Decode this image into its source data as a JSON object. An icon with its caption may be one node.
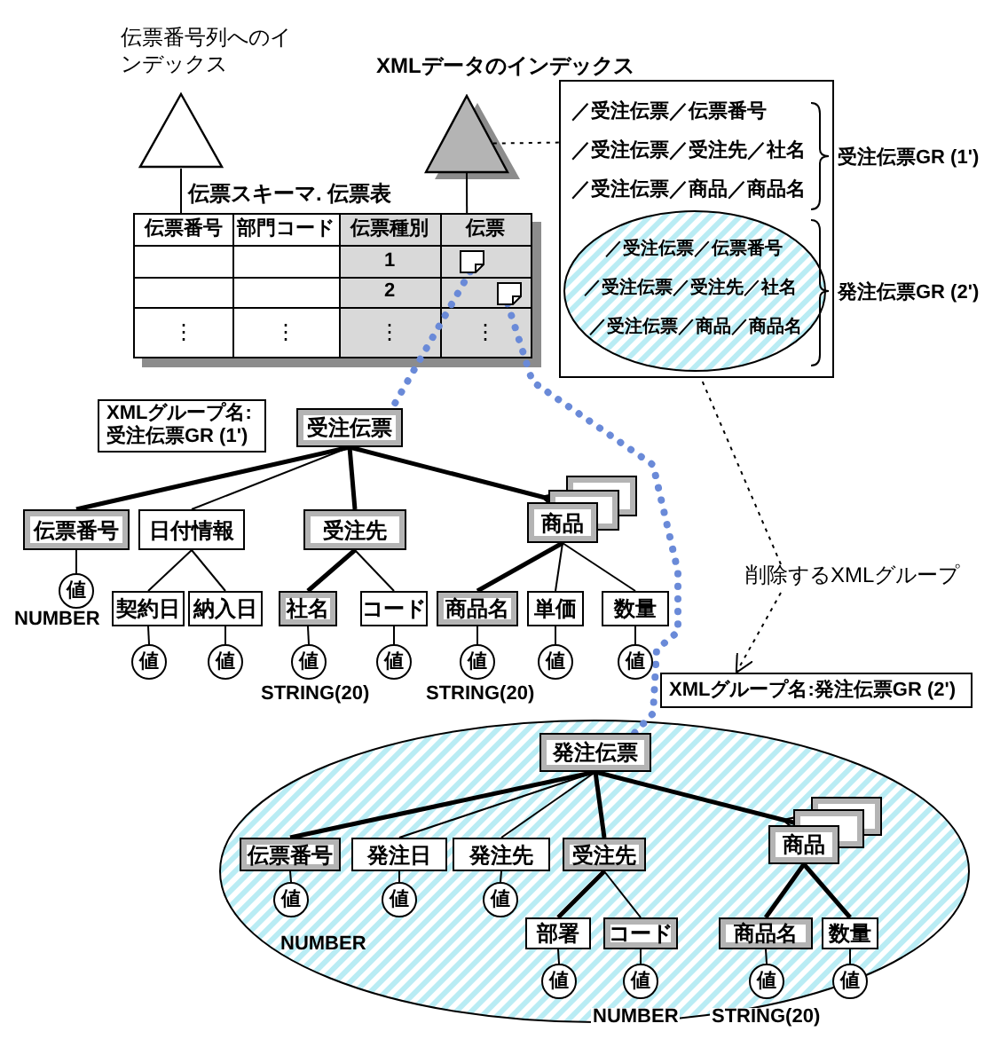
{
  "diagram": {
    "nodes": [
      {
        "text": [],
        "shape": "triangle",
        "beside": [
          "伝票番号列へのインデックス"
        ]
      },
      {
        "text": [],
        "shape": "triangle",
        "beside": [
          "XMLデータのインデックス"
        ]
      },
      {
        "text": [],
        "shape": "table",
        "beside": [
          "伝票スキーマ. 伝票表"
        ]
      },
      {
        "text": [],
        "shape": "document",
        "in": 2
      },
      {
        "text": [],
        "shape": "document",
        "in": 2
      },
      {
        "text": [
          "／受注伝票／伝票番号",
          "／受注伝票／受注先／社名",
          "／受注伝票／商品／商品名"
        ],
        "beside": [
          "受注伝票GR (1')"
        ]
      },
      {
        "text": [
          "／受注伝票／伝票番号",
          "／受注伝票／受注先／社名",
          "／受注伝票／商品／商品名"
        ],
        "in": 5,
        "beside": [
          "発注伝票GR (2')"
        ]
      },
      {
        "text": [
          "削除するXMLグループ"
        ]
      },
      {
        "text": [
          "XMLグループ名:受注伝票GR (1')"
        ]
      },
      {
        "text": [
          "受注伝票"
        ]
      },
      {
        "text": [
          "伝票番号"
        ]
      },
      {
        "text": [
          "日付情報"
        ]
      },
      {
        "text": [
          "受注先"
        ]
      },
      {
        "text": [
          "商品"
        ]
      },
      {
        "text": [
          "値"
        ]
      },
      {
        "text": [
          "契約日"
        ]
      },
      {
        "text": [
          "納入日"
        ]
      },
      {
        "text": [
          "社名"
        ]
      },
      {
        "text": [
          "コード"
        ]
      },
      {
        "text": [
          "商品名"
        ]
      },
      {
        "text": [
          "単価"
        ]
      },
      {
        "text": [
          "数量"
        ]
      },
      {
        "text": [
          "値"
        ]
      },
      {
        "text": [
          "値"
        ]
      },
      {
        "text": [
          "値"
        ]
      },
      {
        "text": [
          "値"
        ]
      },
      {
        "text": [
          "値"
        ]
      },
      {
        "text": [
          "値"
        ]
      },
      {
        "text": [
          "値"
        ]
      },
      {
        "text": [
          "XMLグループ名:発注伝票GR (2')"
        ]
      },
      {
        "text": [],
        "shape": "ellipse"
      },
      {
        "text": [
          "発注伝票"
        ],
        "in": 30
      },
      {
        "text": [
          "伝票番号"
        ],
        "in": 30
      },
      {
        "text": [
          "発注日"
        ],
        "in": 30
      },
      {
        "text": [
          "発注先"
        ],
        "in": 30
      },
      {
        "text": [
          "受注先"
        ],
        "in": 30
      },
      {
        "text": [
          "商品"
        ],
        "in": 30
      },
      {
        "text": [
          "値"
        ],
        "in": 30
      },
      {
        "text": [
          "値"
        ],
        "in": 30
      },
      {
        "text": [
          "値"
        ],
        "in": 30
      },
      {
        "text": [
          "部署"
        ],
        "in": 30
      },
      {
        "text": [
          "コード"
        ],
        "in": 30
      },
      {
        "text": [
          "商品名"
        ],
        "in": 30
      },
      {
        "text": [
          "数量"
        ],
        "in": 30
      },
      {
        "text": [
          "値"
        ],
        "in": 30
      },
      {
        "text": [
          "値"
        ],
        "in": 30
      },
      {
        "text": [
          "値"
        ],
        "in": 30
      },
      {
        "text": [
          "値"
        ],
        "in": 30
      }
    ],
    "edges": [
      {
        "from": 0,
        "to": 2,
        "arrow": "none"
      },
      {
        "from": 1,
        "to": 2,
        "arrow": "none"
      },
      {
        "from": 1,
        "to": 5,
        "arrow": "none",
        "style": "dashed"
      },
      {
        "from": 3,
        "to": 9,
        "arrow": "none",
        "style": "dashed",
        "color": "#6a8ad8"
      },
      {
        "from": 4,
        "to": 31,
        "arrow": "none",
        "style": "dashed",
        "color": "#6a8ad8"
      },
      {
        "from": 7,
        "to": 5,
        "arrow": "none",
        "style": "dashed"
      },
      {
        "from": 7,
        "to": 29,
        "arrow": "to",
        "style": "dashed"
      },
      {
        "from": 9,
        "to": 10,
        "arrow": "none",
        "style": "thick"
      },
      {
        "from": 9,
        "to": 11,
        "arrow": "none"
      },
      {
        "from": 9,
        "to": 12,
        "arrow": "none",
        "style": "thick"
      },
      {
        "from": 9,
        "to": 13,
        "arrow": "other",
        "style": "thick"
      },
      {
        "from": 10,
        "to": 14,
        "arrow": "none"
      },
      {
        "from": 11,
        "to": 15,
        "arrow": "none"
      },
      {
        "from": 11,
        "to": 16,
        "arrow": "none"
      },
      {
        "from": 12,
        "to": 17,
        "arrow": "none",
        "style": "thick"
      },
      {
        "from": 12,
        "to": 18,
        "arrow": "none"
      },
      {
        "from": 13,
        "to": 19,
        "arrow": "none",
        "style": "thick"
      },
      {
        "from": 13,
        "to": 20,
        "arrow": "none"
      },
      {
        "from": 13,
        "to": 21,
        "arrow": "none"
      },
      {
        "from": 15,
        "to": 22,
        "arrow": "none"
      },
      {
        "from": 16,
        "to": 23,
        "arrow": "none"
      },
      {
        "from": 17,
        "to": 24,
        "arrow": "none"
      },
      {
        "from": 18,
        "to": 25,
        "arrow": "none"
      },
      {
        "from": 19,
        "to": 26,
        "arrow": "none"
      },
      {
        "from": 20,
        "to": 27,
        "arrow": "none"
      },
      {
        "from": 21,
        "to": 28,
        "arrow": "none"
      },
      {
        "from": 31,
        "to": 32,
        "arrow": "none",
        "style": "thick"
      },
      {
        "from": 31,
        "to": 33,
        "arrow": "none"
      },
      {
        "from": 31,
        "to": 34,
        "arrow": "none"
      },
      {
        "from": 31,
        "to": 35,
        "arrow": "none",
        "style": "thick"
      },
      {
        "from": 31,
        "to": 36,
        "arrow": "other",
        "style": "thick"
      },
      {
        "from": 32,
        "to": 37,
        "arrow": "none"
      },
      {
        "from": 33,
        "to": 38,
        "arrow": "none"
      },
      {
        "from": 34,
        "to": 39,
        "arrow": "none"
      },
      {
        "from": 35,
        "to": 40,
        "arrow": "none",
        "style": "thick"
      },
      {
        "from": 35,
        "to": 41,
        "arrow": "none"
      },
      {
        "from": 36,
        "to": 42,
        "arrow": "none",
        "style": "thick"
      },
      {
        "from": 36,
        "to": 43,
        "arrow": "none",
        "style": "thick"
      },
      {
        "from": 40,
        "to": 44,
        "arrow": "none"
      },
      {
        "from": 41,
        "to": 45,
        "arrow": "none"
      },
      {
        "from": 42,
        "to": 46,
        "arrow": "none"
      },
      {
        "from": 43,
        "to": 47,
        "arrow": "none"
      }
    ],
    "labels": [
      "伝票番号",
      "部門コード",
      "伝票種別",
      "伝票",
      "1",
      "2",
      "⋮",
      "⋮",
      "⋮",
      "⋮",
      "NUMBER",
      "STRING(20)",
      "STRING(20)",
      "NUMBER",
      "NUMBER",
      "STRING(20)"
    ]
  }
}
